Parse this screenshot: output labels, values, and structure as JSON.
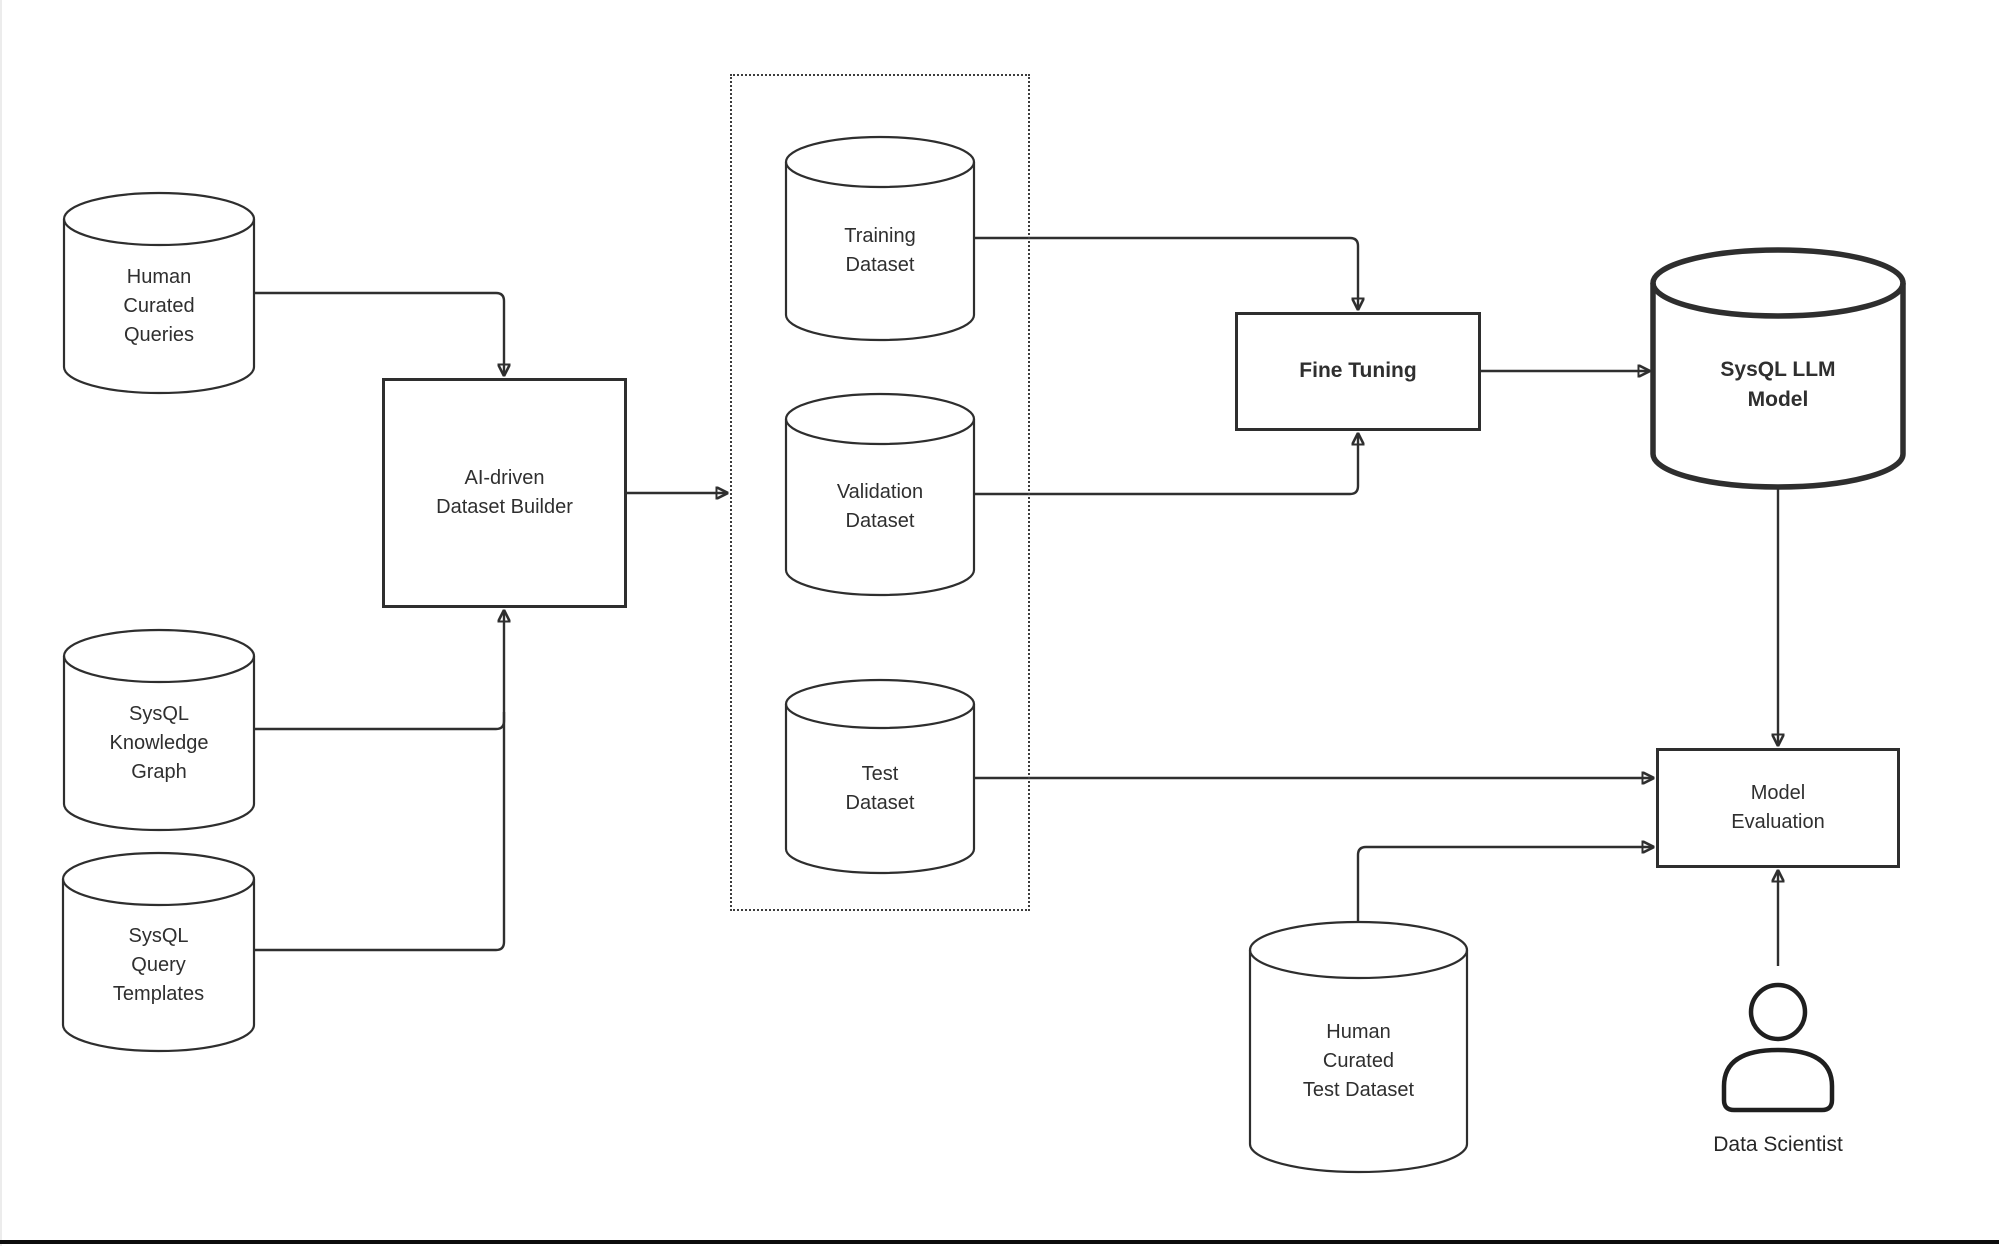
{
  "diagram": {
    "title": "SysQL LLM fine-tuning pipeline",
    "colors": {
      "background": "#ffffff",
      "stroke": "#2f2f2f",
      "text": "#2f2f2f",
      "bottom_bar": "#0c0c0c"
    },
    "nodes": {
      "human_curated_queries": {
        "shape": "cylinder",
        "label": "Human\nCurated\nQueries"
      },
      "sysql_knowledge_graph": {
        "shape": "cylinder",
        "label": "SysQL\nKnowledge\nGraph"
      },
      "sysql_query_templates": {
        "shape": "cylinder",
        "label": "SysQL\nQuery\nTemplates"
      },
      "ai_dataset_builder": {
        "shape": "rect",
        "label": "AI-driven\nDataset Builder"
      },
      "training_dataset": {
        "shape": "cylinder",
        "label": "Training\nDataset"
      },
      "validation_dataset": {
        "shape": "cylinder",
        "label": "Validation\nDataset"
      },
      "test_dataset": {
        "shape": "cylinder",
        "label": "Test\nDataset"
      },
      "fine_tuning": {
        "shape": "rect",
        "label": "Fine Tuning",
        "bold": true
      },
      "sysql_llm_model": {
        "shape": "cylinder",
        "label": "SysQL LLM\nModel",
        "bold": true
      },
      "model_evaluation": {
        "shape": "rect",
        "label": "Model\nEvaluation"
      },
      "human_curated_test_dataset": {
        "shape": "cylinder",
        "label": "Human\nCurated\nTest Dataset"
      },
      "data_scientist": {
        "shape": "person",
        "label": "Data Scientist"
      }
    },
    "groups": {
      "datasets_group": {
        "style": "dotted",
        "contains": [
          "training_dataset",
          "validation_dataset",
          "test_dataset"
        ]
      }
    },
    "edges": [
      {
        "from": "human_curated_queries",
        "to": "ai_dataset_builder"
      },
      {
        "from": "sysql_knowledge_graph",
        "to": "ai_dataset_builder"
      },
      {
        "from": "sysql_query_templates",
        "to": "ai_dataset_builder"
      },
      {
        "from": "ai_dataset_builder",
        "to": "datasets_group"
      },
      {
        "from": "training_dataset",
        "to": "fine_tuning"
      },
      {
        "from": "validation_dataset",
        "to": "fine_tuning"
      },
      {
        "from": "fine_tuning",
        "to": "sysql_llm_model"
      },
      {
        "from": "sysql_llm_model",
        "to": "model_evaluation"
      },
      {
        "from": "test_dataset",
        "to": "model_evaluation"
      },
      {
        "from": "human_curated_test_dataset",
        "to": "model_evaluation"
      },
      {
        "from": "data_scientist",
        "to": "model_evaluation"
      }
    ]
  }
}
